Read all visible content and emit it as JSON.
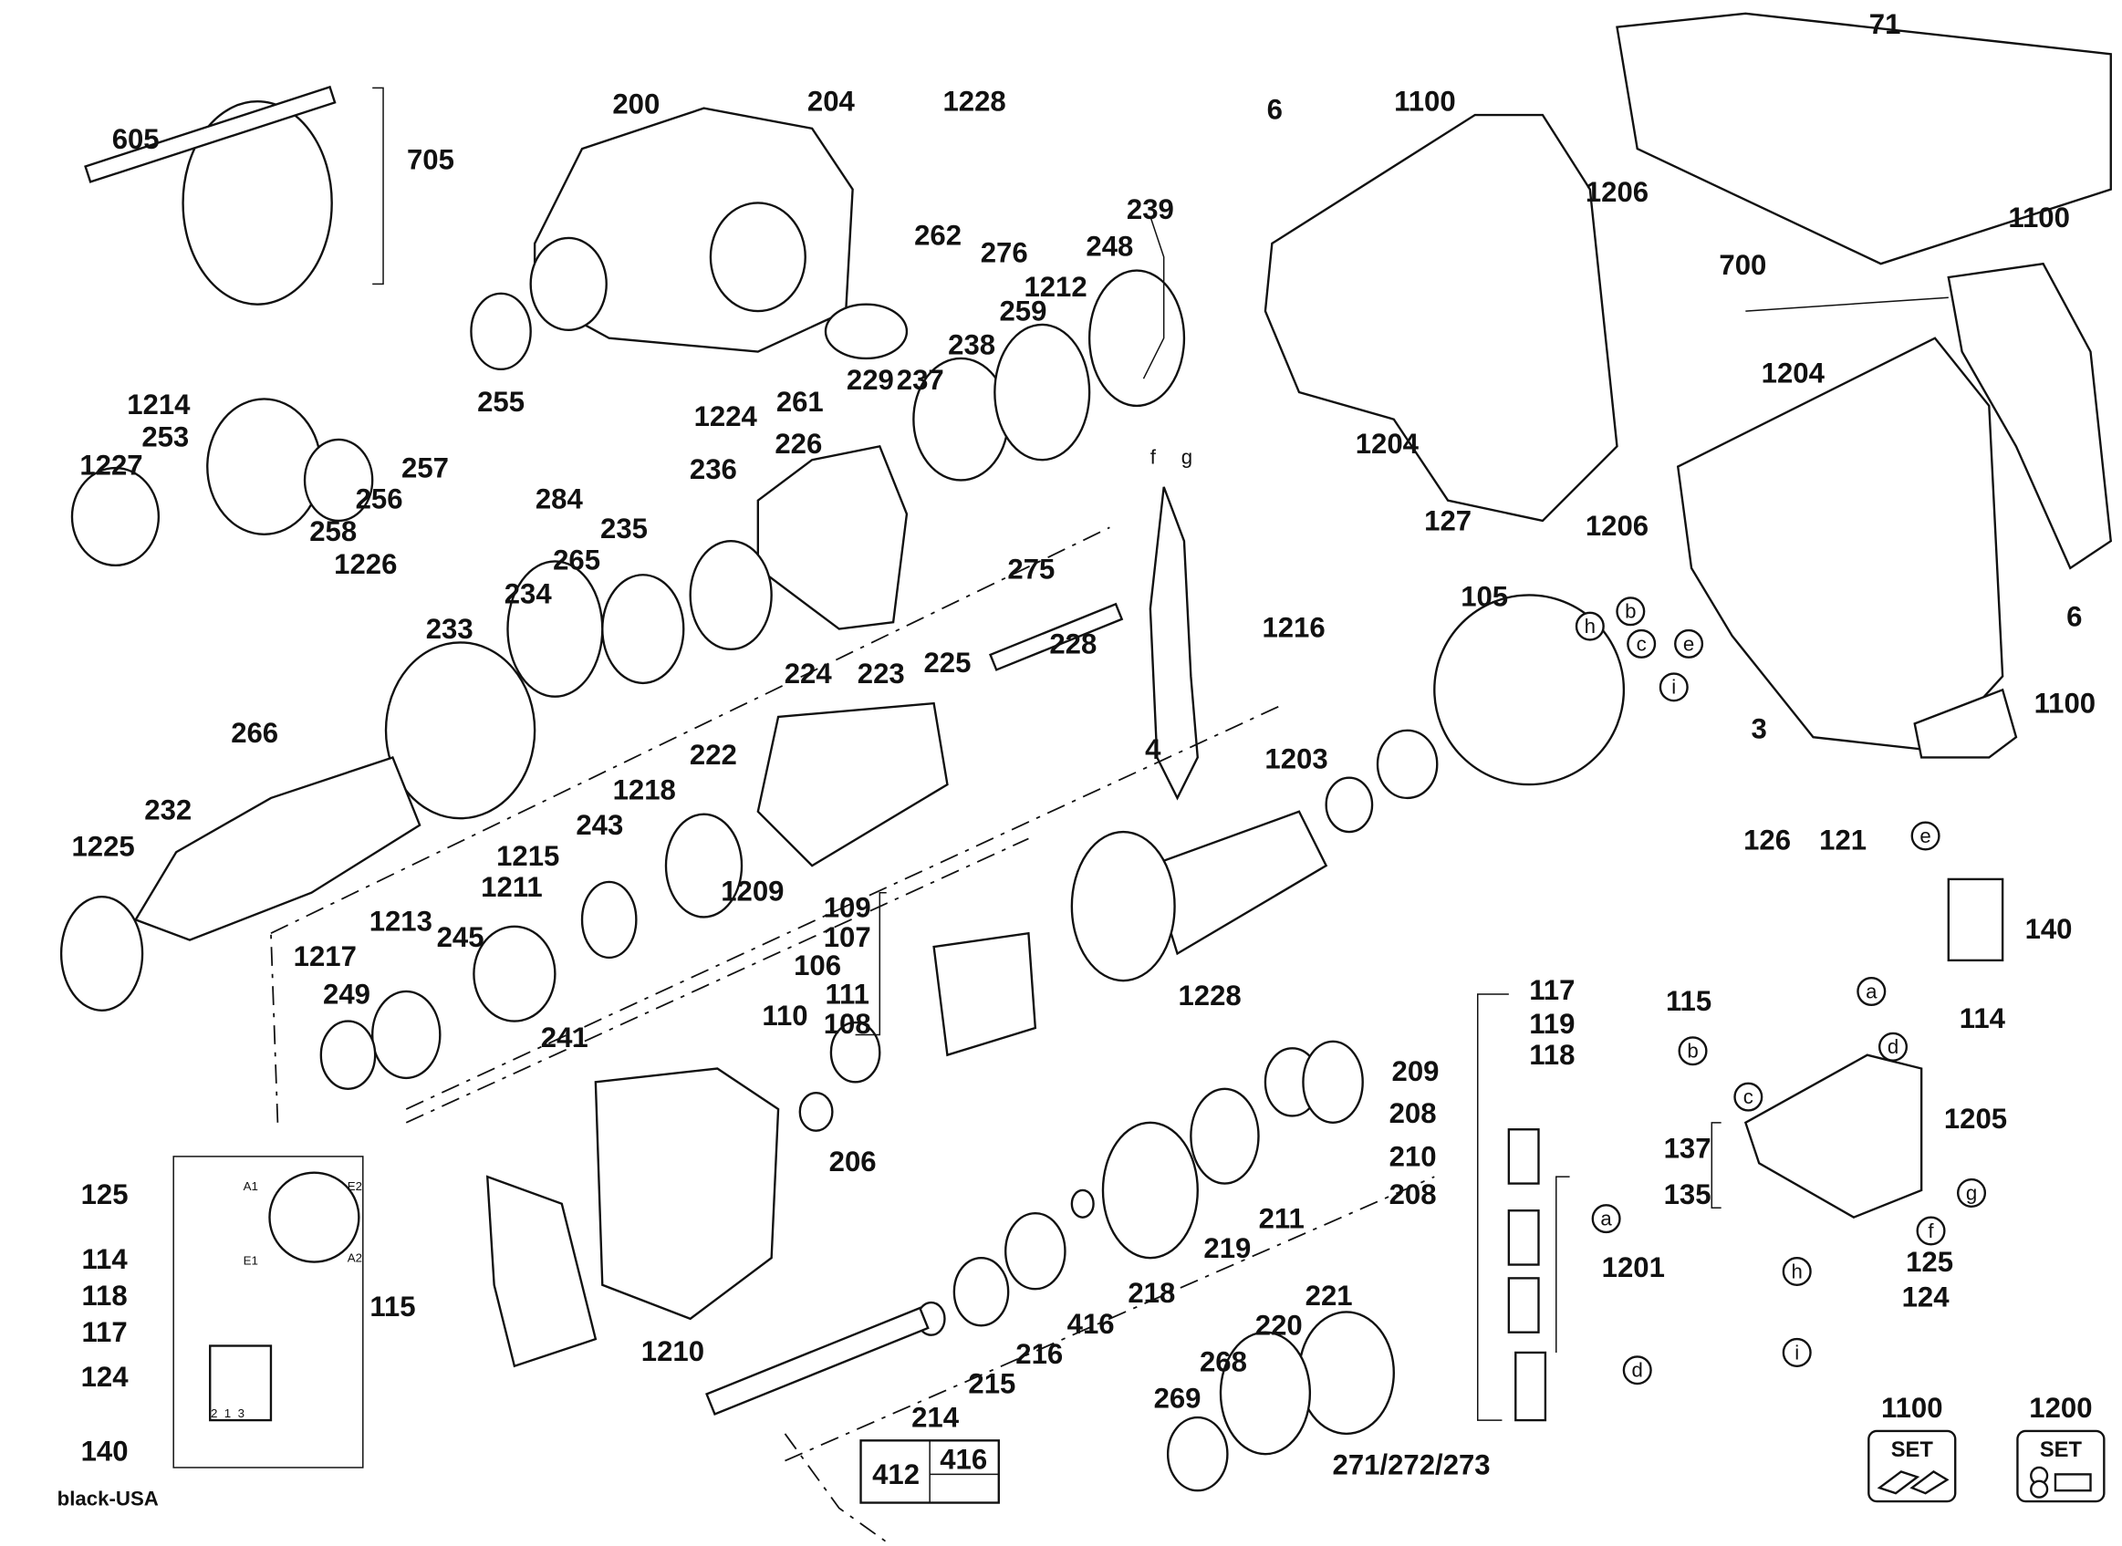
{
  "diagram": {
    "callouts": [
      "605",
      "705",
      "200",
      "204",
      "1228",
      "6",
      "1100",
      "71",
      "1206",
      "239",
      "262",
      "276",
      "248",
      "700",
      "1100",
      "1212",
      "259",
      "1214",
      "253",
      "1227",
      "255",
      "261",
      "238",
      "237",
      "229",
      "1224",
      "226",
      "256",
      "257",
      "258",
      "1226",
      "284",
      "236",
      "235",
      "265",
      "275",
      "1204",
      "1204",
      "127",
      "1206",
      "234",
      "233",
      "228",
      "1216",
      "105",
      "6",
      "1100",
      "3",
      "266",
      "224",
      "223",
      "225",
      "222",
      "1218",
      "1203",
      "4",
      "232",
      "1225",
      "1215",
      "243",
      "1211",
      "1209",
      "109",
      "107",
      "106",
      "111",
      "108",
      "110",
      "126",
      "121",
      "140",
      "1217",
      "1213",
      "245",
      "249",
      "241",
      "1228",
      "117",
      "119",
      "118",
      "115",
      "114",
      "209",
      "208",
      "210",
      "208",
      "1205",
      "137",
      "135",
      "206",
      "219",
      "211",
      "218",
      "1201",
      "125",
      "124",
      "216",
      "416",
      "215",
      "214",
      "1210",
      "221",
      "220",
      "268",
      "269",
      "271/272/273"
    ],
    "letters": [
      "f",
      "g",
      "h",
      "b",
      "c",
      "e",
      "i",
      "e",
      "a",
      "b",
      "d",
      "c",
      "g",
      "f",
      "a",
      "h",
      "i",
      "d"
    ],
    "wiring": {
      "labels": [
        "125",
        "114",
        "118",
        "117",
        "124",
        "140",
        "115"
      ],
      "terminals": [
        "A1",
        "E2",
        "E1",
        "A2",
        "2",
        "1",
        "3"
      ],
      "note": "black-USA"
    },
    "boxed": [
      "412",
      "416"
    ],
    "set_badges": [
      {
        "number": "1100",
        "text": "SET"
      },
      {
        "number": "1200",
        "text": "SET"
      }
    ]
  }
}
